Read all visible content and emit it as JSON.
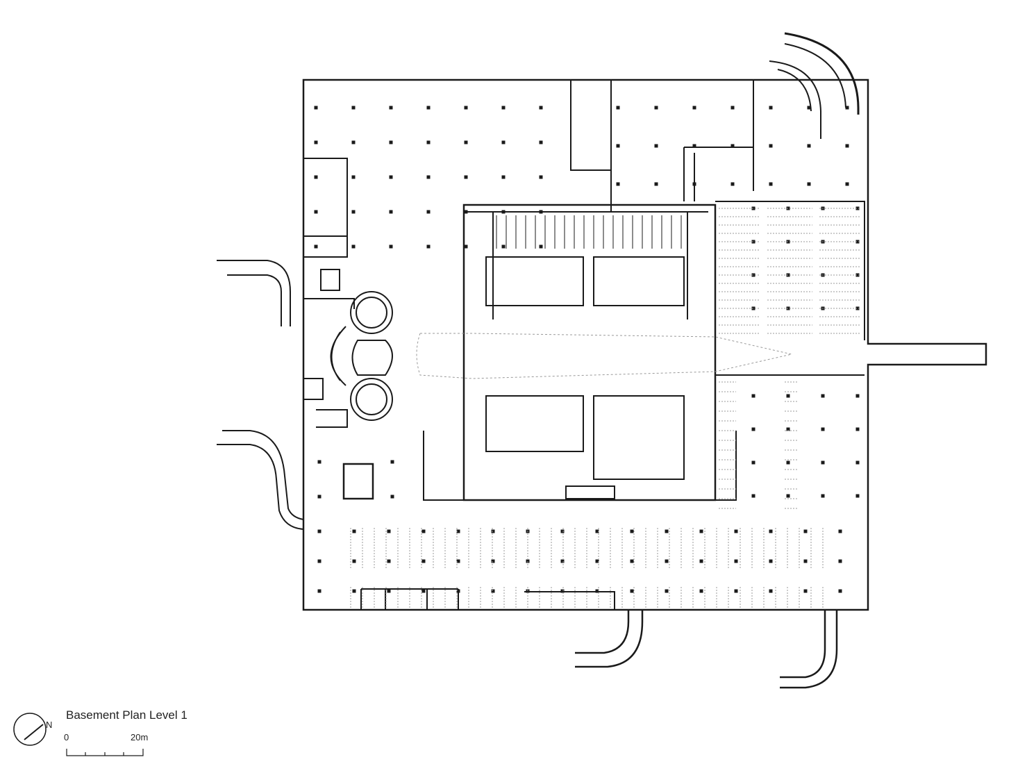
{
  "title": "Basement Plan Level 1",
  "north": "N",
  "scale": {
    "start": "0",
    "end": "20m"
  },
  "colors": {
    "line": "#1a1a1a",
    "dashed": "#999999",
    "background": "#ffffff"
  }
}
